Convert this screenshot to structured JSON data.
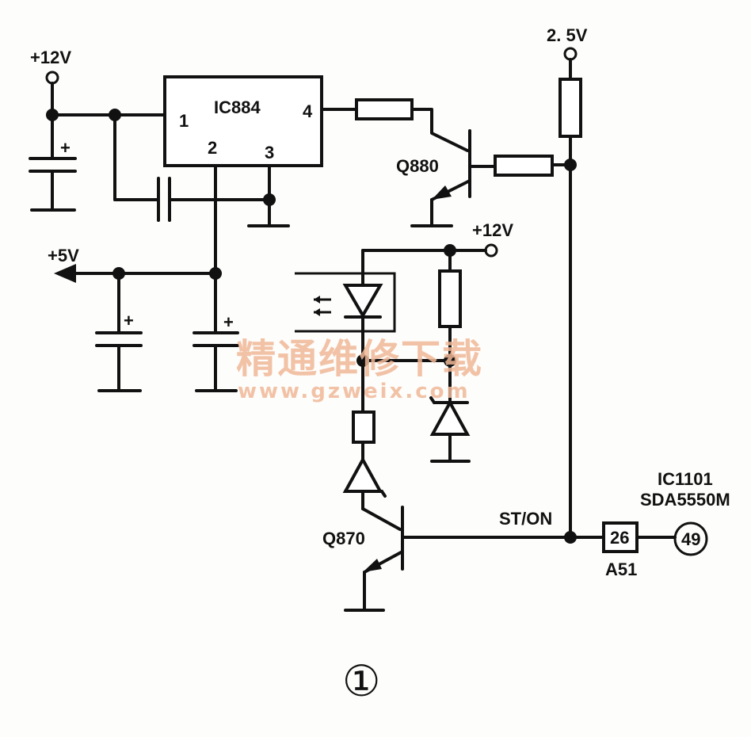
{
  "labels": {
    "vcc_top_left": "+12V",
    "ic884": "IC884",
    "ic884_pin1": "1",
    "ic884_pin2": "2",
    "ic884_pin3": "3",
    "ic884_pin4": "4",
    "v2_5": "2. 5V",
    "q880": "Q880",
    "plus5v": "+5V",
    "vcc_mid": "+12V",
    "q870": "Q870",
    "st_on": "ST/ON",
    "ic1101": "IC1101",
    "sda5550m": "SDA5550M",
    "pin26": "26",
    "pin49": "49",
    "a51": "A51",
    "cap_plus_1": "+",
    "cap_plus_2": "+",
    "cap_plus_3": "+",
    "figure_number": "①"
  },
  "watermark": {
    "chinese": "精通维修下载",
    "url": "www.gzweix.com",
    "color": "#f1b898"
  },
  "colors": {
    "ink": "#111111",
    "paper": "#fdfdfb"
  }
}
